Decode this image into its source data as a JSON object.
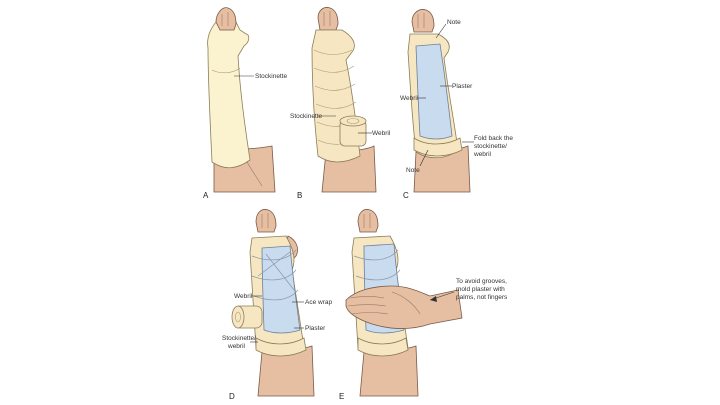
{
  "colors": {
    "background": "#ffffff",
    "skin": "#e6bfa2",
    "stockinette": "#fbf2d0",
    "webril": "#f6e7c2",
    "plaster": "#c9dbef"
  },
  "panels": [
    {
      "letter": "A",
      "labels": [
        "Stockinette"
      ]
    },
    {
      "letter": "B",
      "labels": [
        "Stockinette",
        "Webril"
      ]
    },
    {
      "letter": "C",
      "labels": [
        "Note",
        "Plaster",
        "Webril",
        "Fold back the",
        "stockinette/",
        "webril",
        "Note"
      ]
    },
    {
      "letter": "D",
      "labels": [
        "Webril",
        "Ace wrap",
        "Plaster",
        "Stockinette/",
        "webril"
      ]
    },
    {
      "letter": "E",
      "labels": [
        "To avoid grooves,",
        "mold plaster with",
        "palms, not fingers"
      ]
    }
  ]
}
